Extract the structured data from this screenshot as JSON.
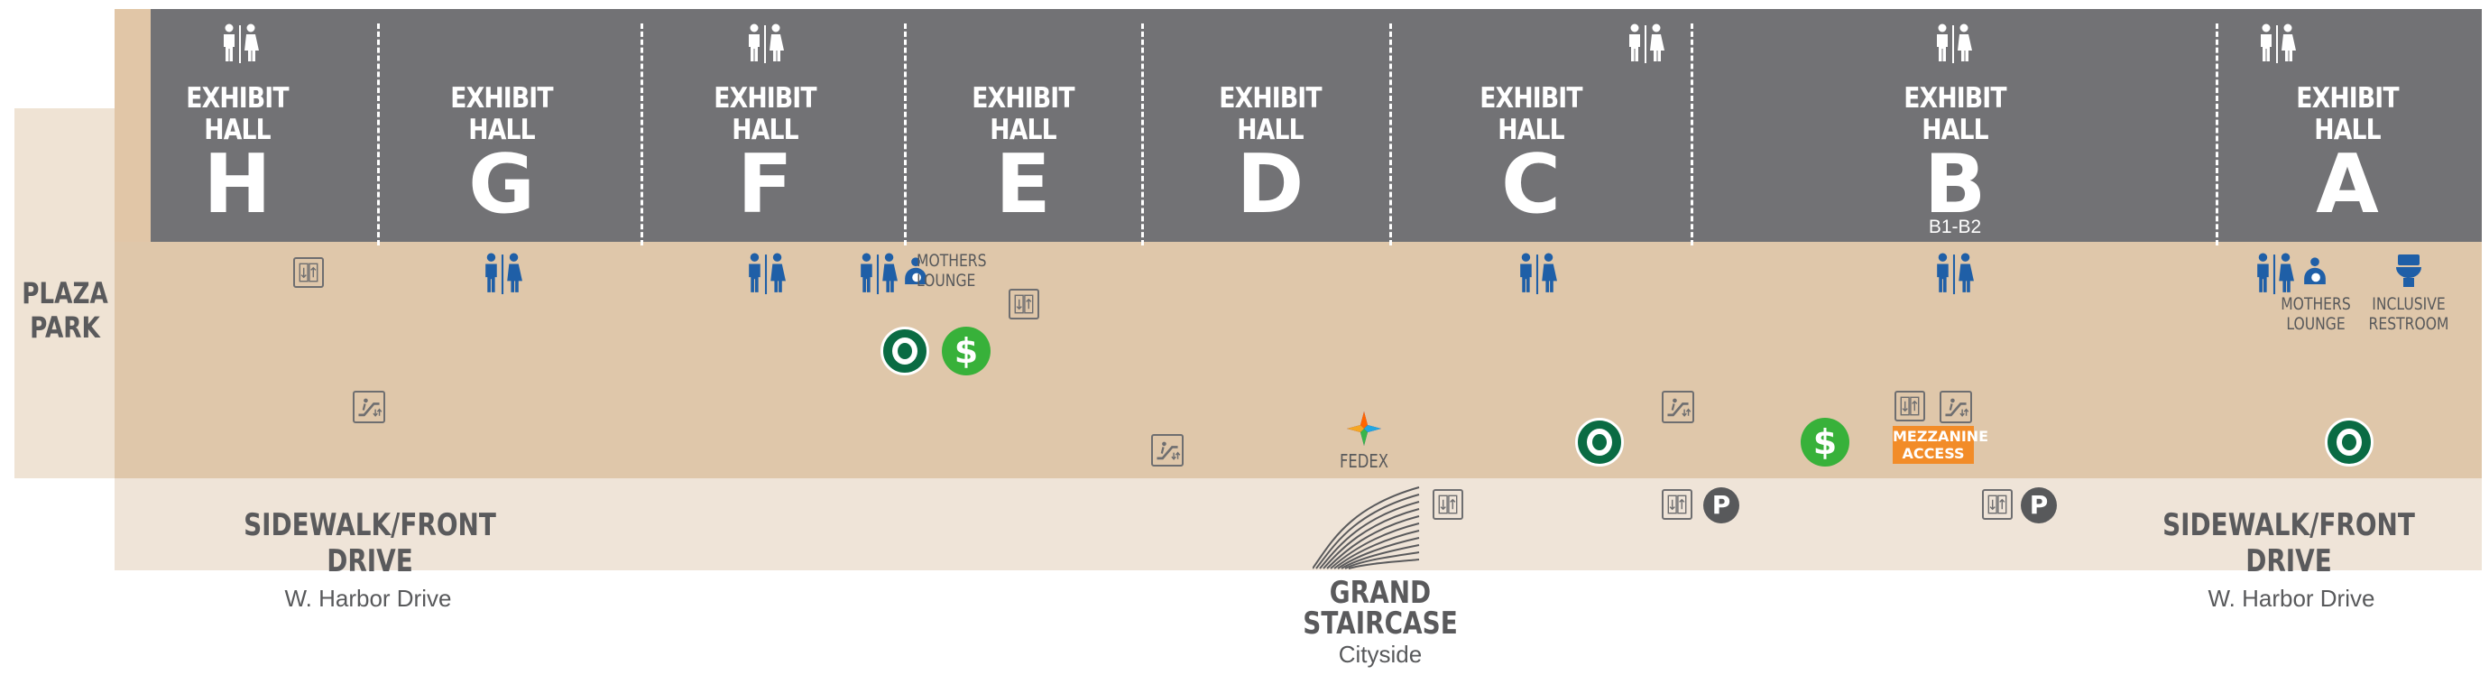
{
  "plaza": {
    "line1": "PLAZA",
    "line2": "PARK"
  },
  "halls": [
    {
      "title1": "EXHIBIT",
      "title2": "HALL",
      "letter": "H",
      "sub": ""
    },
    {
      "title1": "EXHIBIT",
      "title2": "HALL",
      "letter": "G",
      "sub": ""
    },
    {
      "title1": "EXHIBIT",
      "title2": "HALL",
      "letter": "F",
      "sub": ""
    },
    {
      "title1": "EXHIBIT",
      "title2": "HALL",
      "letter": "E",
      "sub": ""
    },
    {
      "title1": "EXHIBIT",
      "title2": "HALL",
      "letter": "D",
      "sub": ""
    },
    {
      "title1": "EXHIBIT",
      "title2": "HALL",
      "letter": "C",
      "sub": ""
    },
    {
      "title1": "EXHIBIT",
      "title2": "HALL",
      "letter": "B",
      "sub": "B1-B2"
    },
    {
      "title1": "EXHIBIT",
      "title2": "HALL",
      "letter": "A",
      "sub": ""
    }
  ],
  "amenities": {
    "mothers_lounge_1": "MOTHERS",
    "mothers_lounge_2": "LOUNGE",
    "inclusive_1": "INCLUSIVE",
    "inclusive_2": "RESTROOM",
    "fedex": "FEDEX",
    "mezzanine_1": "MEZZANINE",
    "mezzanine_2": "ACCESS",
    "dollar": "$",
    "parking": "P"
  },
  "sidewalk": {
    "left": "SIDEWALK/FRONT DRIVE",
    "right": "SIDEWALK/FRONT DRIVE"
  },
  "streets": {
    "left": "W. Harbor Drive",
    "right": "W. Harbor Drive"
  },
  "staircase": {
    "line1": "GRAND",
    "line2": "STAIRCASE",
    "sub": "Cityside"
  },
  "colors": {
    "hall_gray": "#727275",
    "concourse_tan": "#dfc7aa",
    "sidewalk_beige": "#efe4d8",
    "restroom_blue": "#1f5fa7",
    "starbucks_green": "#0a6b43",
    "atm_green": "#38b13a",
    "mezzanine_orange": "#f28c28"
  },
  "icons": [
    "restroom-icon",
    "elevator-icon",
    "escalator-icon",
    "starbucks-icon",
    "atm-icon",
    "fedex-icon",
    "parking-icon",
    "nursing-icon",
    "inclusive-restroom-icon"
  ]
}
